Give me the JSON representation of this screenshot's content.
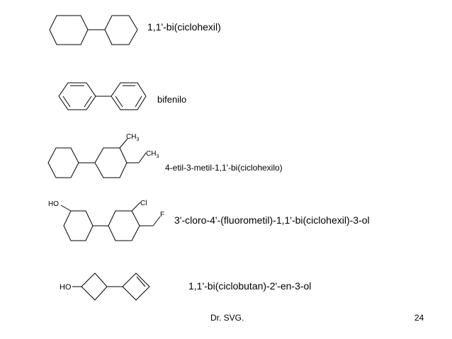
{
  "compounds": [
    {
      "name": "1,1'-bi(ciclohexil)"
    },
    {
      "name": "bifenilo"
    },
    {
      "name": "4-etil-3-metil-1,1'-bi(ciclohexilo)",
      "labels": {
        "ch3_upper": "CH",
        "ch3_lower": "CH",
        "subscript": "3"
      }
    },
    {
      "name": "3'-cloro-4'-(fluorometil)-1,1'-bi(ciclohexil)-3-ol",
      "labels": {
        "ho": "HO",
        "cl": "Cl",
        "f": "F"
      }
    },
    {
      "name": "1,1'-bi(ciclobutan)-2'-en-3-ol",
      "labels": {
        "ho": "HO"
      }
    }
  ],
  "footer": {
    "author": "Dr. SVG.",
    "page": "24"
  }
}
